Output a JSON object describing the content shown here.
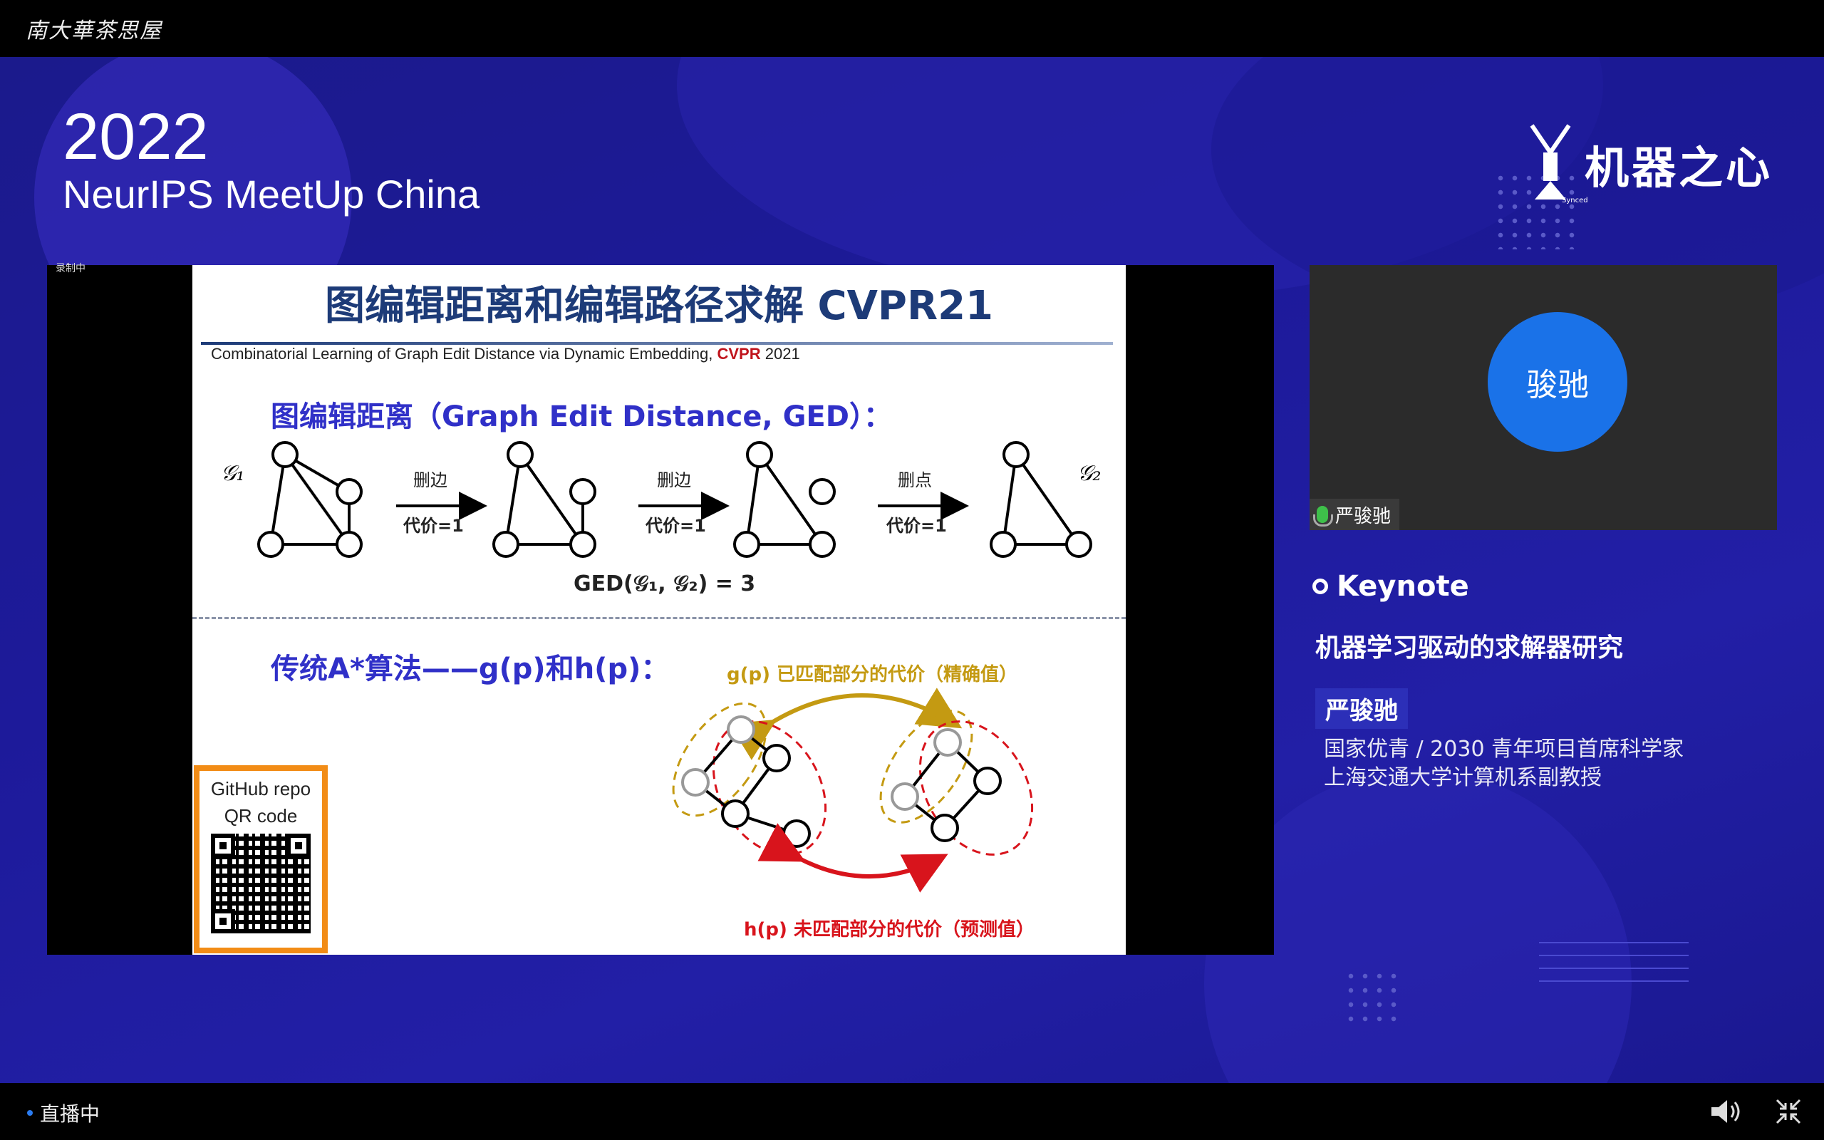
{
  "top_bar": {
    "logo_text": "南大華茶思屋"
  },
  "event": {
    "year": "2022",
    "name": "NeurIPS MeetUp China"
  },
  "brand": {
    "name": "机器之心",
    "sub": "Synced"
  },
  "video": {
    "status_chip": "录制中"
  },
  "slide": {
    "title": "图编辑距离和编辑路径求解 CVPR21",
    "reference": "Combinatorial Learning of Graph Edit Distance via Dynamic Embedding,",
    "reference_venue": "CVPR",
    "reference_year": "2021",
    "ged_heading": "图编辑距离（Graph Edit Distance, GED）：",
    "g1_label": "𝒢₁",
    "g2_label": "𝒢₂",
    "ops": [
      {
        "op": "删边",
        "cost": "代价=1"
      },
      {
        "op": "删边",
        "cost": "代价=1"
      },
      {
        "op": "删点",
        "cost": "代价=1"
      }
    ],
    "ged_equation": "GED(𝒢₁, 𝒢₂) = 3",
    "astar_heading": "传统A*算法——g(p)和h(p)：",
    "gp_caption": "g(p)  已匹配部分的代价（精确值）",
    "hp_caption": "h(p)  未匹配部分的代价（预测值）",
    "github_line1": "GitHub repo",
    "github_line2": "QR code"
  },
  "camera": {
    "avatar_text": "骏驰",
    "name": "严骏驰"
  },
  "keynote": {
    "label": "Keynote",
    "talk_title": "机器学习驱动的求解器研究",
    "speaker": "严骏驰",
    "affiliation_1": "国家优青 / 2030 青年项目首席科学家",
    "affiliation_2": "上海交通大学计算机系副教授"
  },
  "bottom_bar": {
    "live_label": "直播中"
  },
  "colors": {
    "background": "#1d1a9a",
    "avatar": "#1a72e8",
    "slide_title": "#1d3b78",
    "heading": "#3030c8",
    "gp": "#c49a12",
    "hp": "#d8141c",
    "github_border": "#f28c16"
  }
}
